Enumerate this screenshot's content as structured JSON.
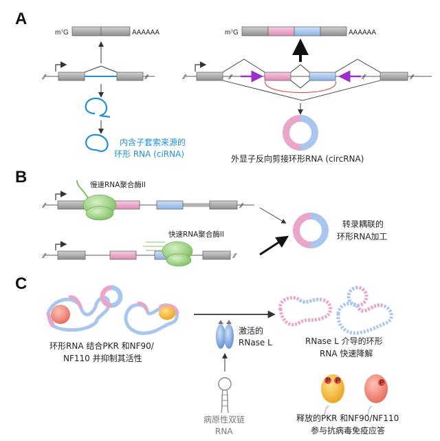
{
  "panels": {
    "a": "A",
    "b": "B",
    "c": "C"
  },
  "mrna": {
    "cap": "m⁷G",
    "polya": "AAAAAA"
  },
  "panel_a": {
    "cirna_label_1": "内含子套索来源的",
    "cirna_label_2": "环形 RNA (ciRNA)",
    "circrna_label": "外显子反向剪接环形RNA (circRNA)"
  },
  "panel_b": {
    "slow_pol": "慢速RNA聚合酶II",
    "fast_pol": "快速RNA聚合酶II",
    "coupled_1": "转录耦联的",
    "coupled_2": "环形RNA加工"
  },
  "panel_c": {
    "bound_1": "环形RNA 结合PKR 和NF90/",
    "bound_2": "NF110 并抑制其活性",
    "rnasel_1": "激活的",
    "rnasel_2": "RNase L",
    "degrade_1": "RNase L 介导的环形",
    "degrade_2": "RNA 快速降解",
    "dsrna_1": "病原性双链",
    "dsrna_2": "RNA",
    "released_1": "释放的PKR 和NF90/NF110",
    "released_2": "参与抗病毒免疫应答",
    "p_mark": "P"
  },
  "colors": {
    "gray": "#a9a9a9",
    "pink": "#eaa6c8",
    "blue": "#a9c7ee",
    "ciRNA_blue": "#1e8fd6",
    "purple": "#9b30c8",
    "red_loop": "#e0443e",
    "green_pol": "#9fd08a",
    "orange": "#f5b93b",
    "salmon": "#f28e7e"
  }
}
